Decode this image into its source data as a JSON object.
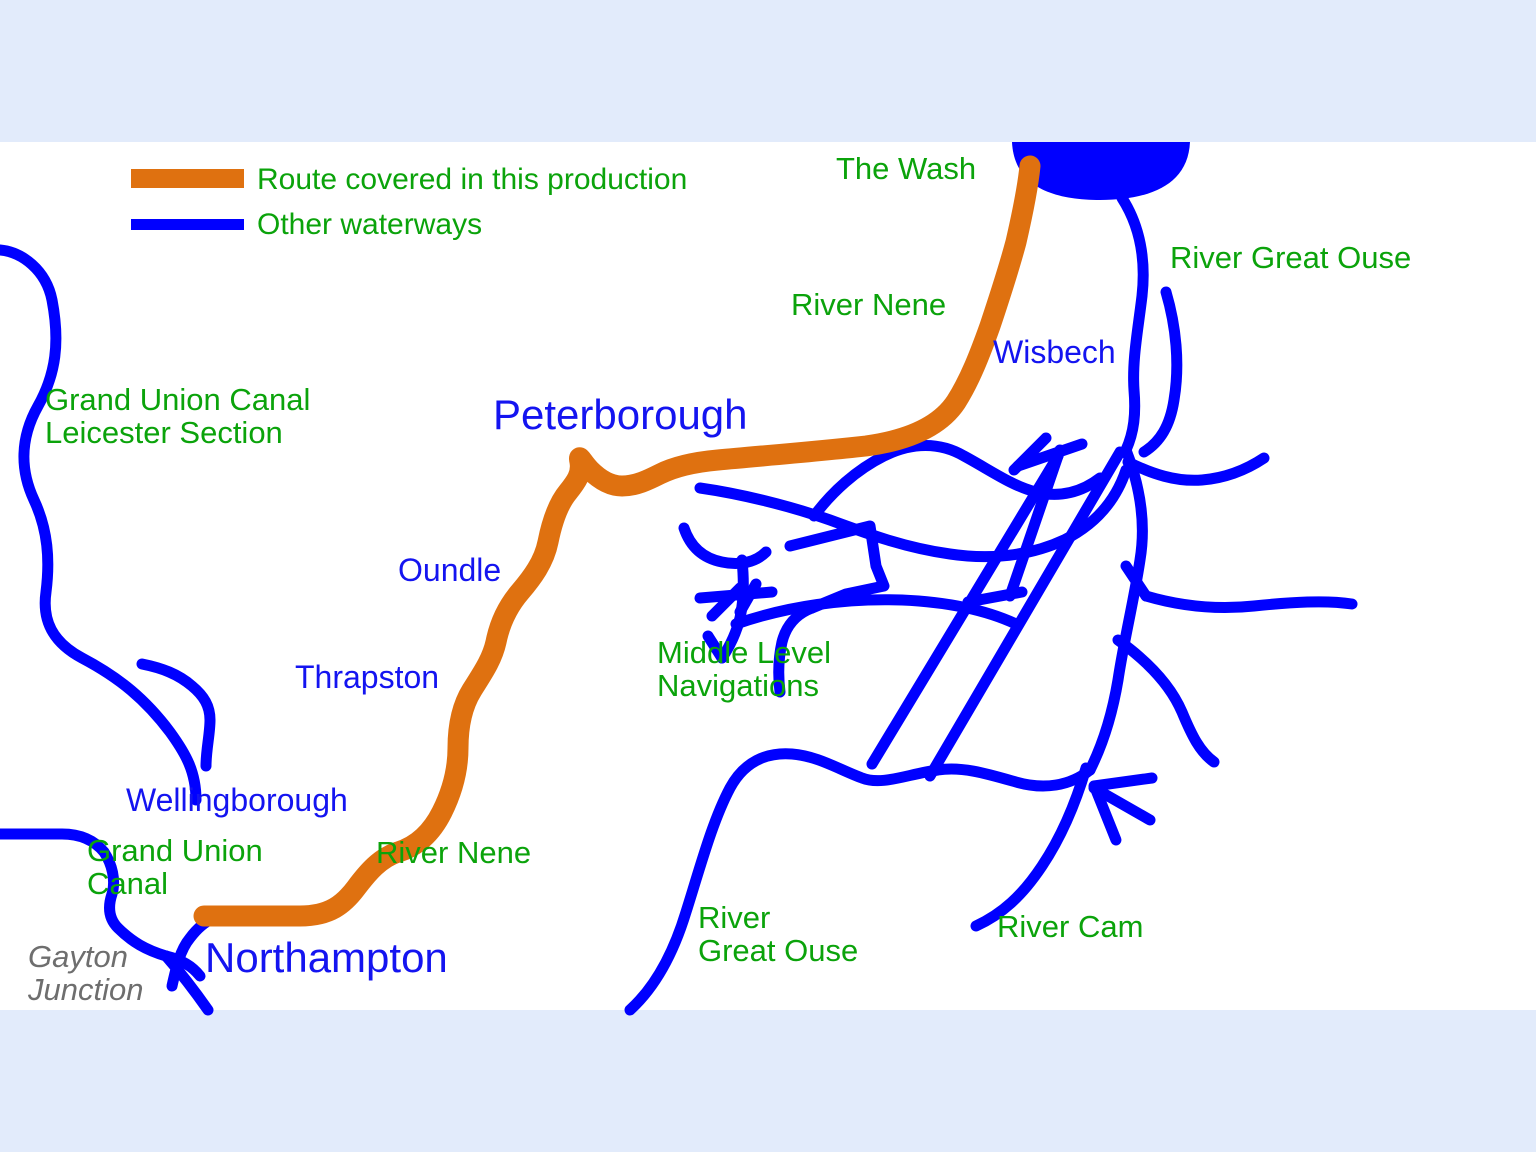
{
  "colors": {
    "route_orange": "#df7110",
    "waterway_blue": "#0000ff",
    "label_green": "#0ba30b",
    "label_blue": "#1414f0",
    "label_gray": "#6e6e6e",
    "page_band": "#e2ebfb",
    "map_background": "#ffffff"
  },
  "legend": {
    "route_label": "Route covered in this production",
    "other_label": "Other waterways"
  },
  "map": {
    "title_implied": "River Nene route map",
    "waterway_labels": [
      {
        "id": "the-wash",
        "text": "The Wash"
      },
      {
        "id": "river-nene-north",
        "text": "River Nene"
      },
      {
        "id": "river-great-ouse-north",
        "text": "River Great Ouse"
      },
      {
        "id": "grand-union-leicester",
        "text": "Grand Union Canal\nLeicester Section"
      },
      {
        "id": "middle-level",
        "text": "Middle Level\nNavigations"
      },
      {
        "id": "river-nene-south",
        "text": "River Nene"
      },
      {
        "id": "grand-union-canal",
        "text": "Grand Union\nCanal"
      },
      {
        "id": "river-great-ouse-south",
        "text": "River\nGreat Ouse"
      },
      {
        "id": "river-cam",
        "text": "River Cam"
      }
    ],
    "place_labels": [
      {
        "id": "peterborough",
        "text": "Peterborough"
      },
      {
        "id": "wisbech",
        "text": "Wisbech"
      },
      {
        "id": "oundle",
        "text": "Oundle"
      },
      {
        "id": "thrapston",
        "text": "Thrapston"
      },
      {
        "id": "wellingborough",
        "text": "Wellingborough"
      },
      {
        "id": "northampton",
        "text": "Northampton"
      },
      {
        "id": "gayton-junction",
        "text": "Gayton\nJunction"
      }
    ]
  }
}
